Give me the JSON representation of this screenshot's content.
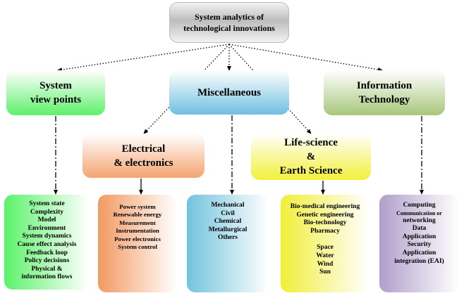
{
  "root": {
    "lines": [
      "System analytics of",
      "technological innovations"
    ]
  },
  "categories": {
    "system": {
      "lines": [
        "System",
        "view points"
      ]
    },
    "misc": {
      "lines": [
        "Miscellaneous"
      ]
    },
    "it": {
      "lines": [
        "Information",
        "Technology"
      ]
    },
    "electrical": {
      "lines": [
        "Electrical",
        "& electronics"
      ]
    },
    "life": {
      "lines": [
        "Life-science",
        "&",
        "Earth Science"
      ]
    }
  },
  "leaves": {
    "system": [
      "System state",
      "Complexity",
      "Model",
      "Environment",
      "System dynamics",
      "Cause effect analysis",
      "Feedback loop",
      "Policy decisions",
      "Physical &",
      "information flows"
    ],
    "electrical": [
      "Power system",
      "Renewable energy",
      "Measurement",
      "Instrumentation",
      "Power electronics",
      "System control"
    ],
    "misc": [
      "Mechanical",
      "Civil",
      "Chemical",
      "Metallurgical",
      "Others"
    ],
    "life_a": [
      "Bio-medical engineering",
      "Genetic engineering",
      "Bio-technology",
      "Pharmacy"
    ],
    "life_b": [
      "Space",
      "Water",
      "Wind",
      "Sun"
    ],
    "it": [
      "Computing",
      "Communication or",
      "networking",
      "Data",
      "Application",
      "Security",
      "Application",
      "integration (EAI)"
    ]
  }
}
